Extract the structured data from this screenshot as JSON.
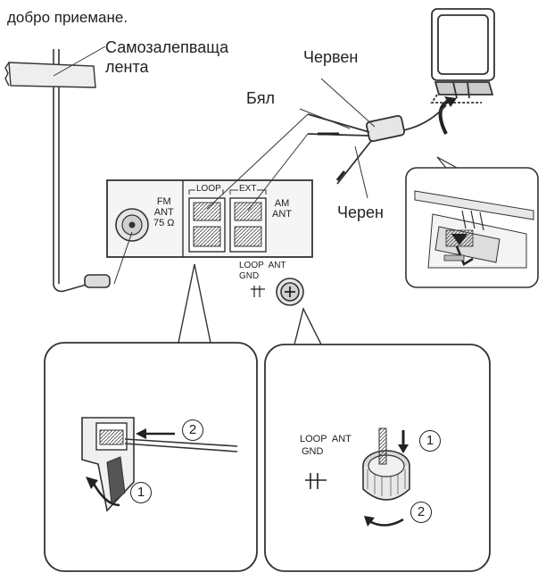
{
  "top_text": "добро приемане.",
  "labels": {
    "tape": "Самозалепваща\nлента",
    "red": "Червен",
    "white": "Бял",
    "black": "Черен"
  },
  "panel": {
    "fm_ant": "FM\nANT\n75 Ω",
    "loop": "LOOP",
    "ext": "EXT",
    "am_ant": "AM\nANT",
    "loop_ant": "LOOP  ANT",
    "gnd": "GND"
  },
  "callout_left": {
    "step2": "2",
    "step1": "1"
  },
  "callout_right": {
    "loop_ant": "LOOP  ANT",
    "gnd": "GND",
    "step1": "1",
    "step2": "2"
  },
  "colors": {
    "line": "#333333",
    "fill_light": "#f2f2f2",
    "fill_mid": "#d8d8d8",
    "fill_dark": "#555555"
  }
}
